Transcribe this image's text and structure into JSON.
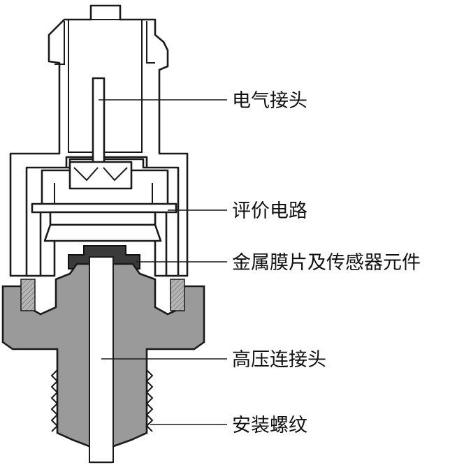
{
  "labels": {
    "electrical_connector": "电气接头",
    "evaluation_circuit": "评价电路",
    "metal_diaphragm_sensor": "金属膜片及传感器元件",
    "high_pressure_connector": "高压连接头",
    "mounting_thread": "安装螺纹"
  }
}
